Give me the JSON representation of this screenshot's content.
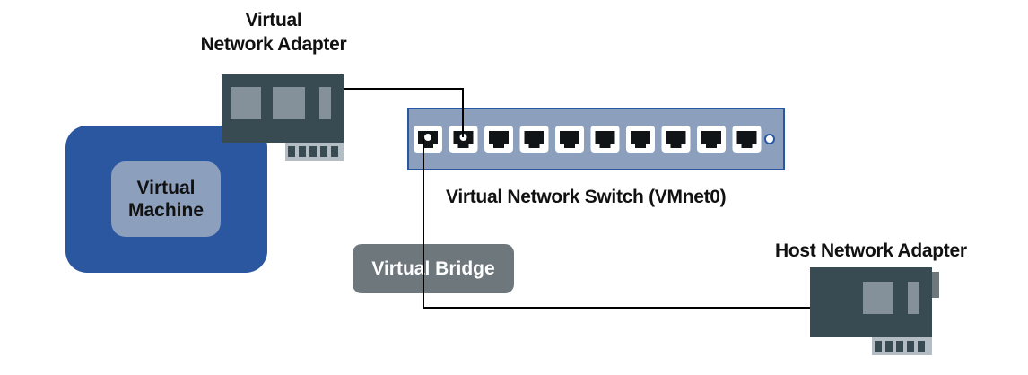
{
  "labels": {
    "vna_line1": "Virtual",
    "vna_line2": "Network Adapter",
    "vm_line1": "Virtual",
    "vm_line2": "Machine",
    "switch": "Virtual Network Switch (VMnet0)",
    "bridge": "Virtual Bridge",
    "host_adapter": "Host Network Adapter"
  },
  "colors": {
    "vm_outer": "#2B57A0",
    "vm_inner": "#8C9FBD",
    "switch_body": "#8C9FBD",
    "switch_border": "#2B57A0",
    "port_frame": "#FFFFFF",
    "port_fill": "#101417",
    "adapter_dark": "#384A52",
    "adapter_chip": "#84909A",
    "adapter_pins": "#B4BDC3",
    "bridge": "#6E777C",
    "wire": "#000000"
  },
  "switch": {
    "port_count": 10
  }
}
